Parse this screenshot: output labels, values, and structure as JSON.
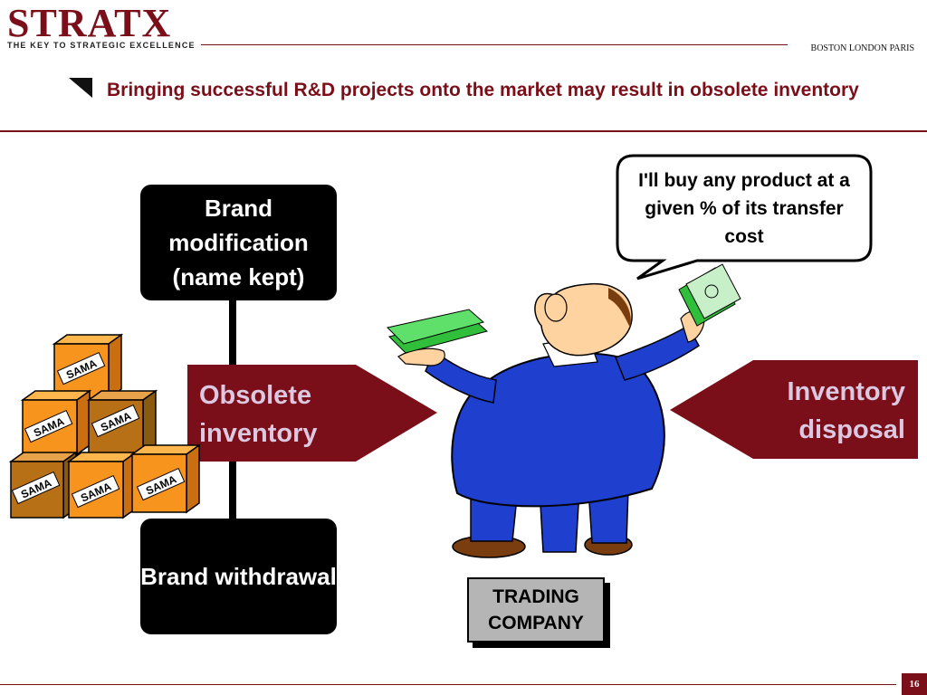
{
  "header": {
    "logo_text": "STRATX",
    "tagline": "THE KEY TO STRATEGIC EXCELLENCE",
    "offices": "BOSTON LONDON PARIS"
  },
  "slide": {
    "title": "Bringing successful R&D projects onto the market may result in obsolete inventory"
  },
  "diagram": {
    "brand_modification": "Brand modification (name kept)",
    "obsolete_inventory": "Obsolete inventory",
    "brand_withdrawal": "Brand withdrawal",
    "inventory_disposal": "Inventory disposal",
    "speech_bubble": "I'll buy any product at a given % of its transfer cost",
    "trading_company": "TRADING COMPANY",
    "box_label": "SAMA"
  },
  "colors": {
    "brand": "#7a0f1a",
    "box_orange": "#f7941d",
    "suit_blue": "#1f3fcf",
    "money_green": "#2fbf3a"
  },
  "footer": {
    "page_number": "16"
  }
}
